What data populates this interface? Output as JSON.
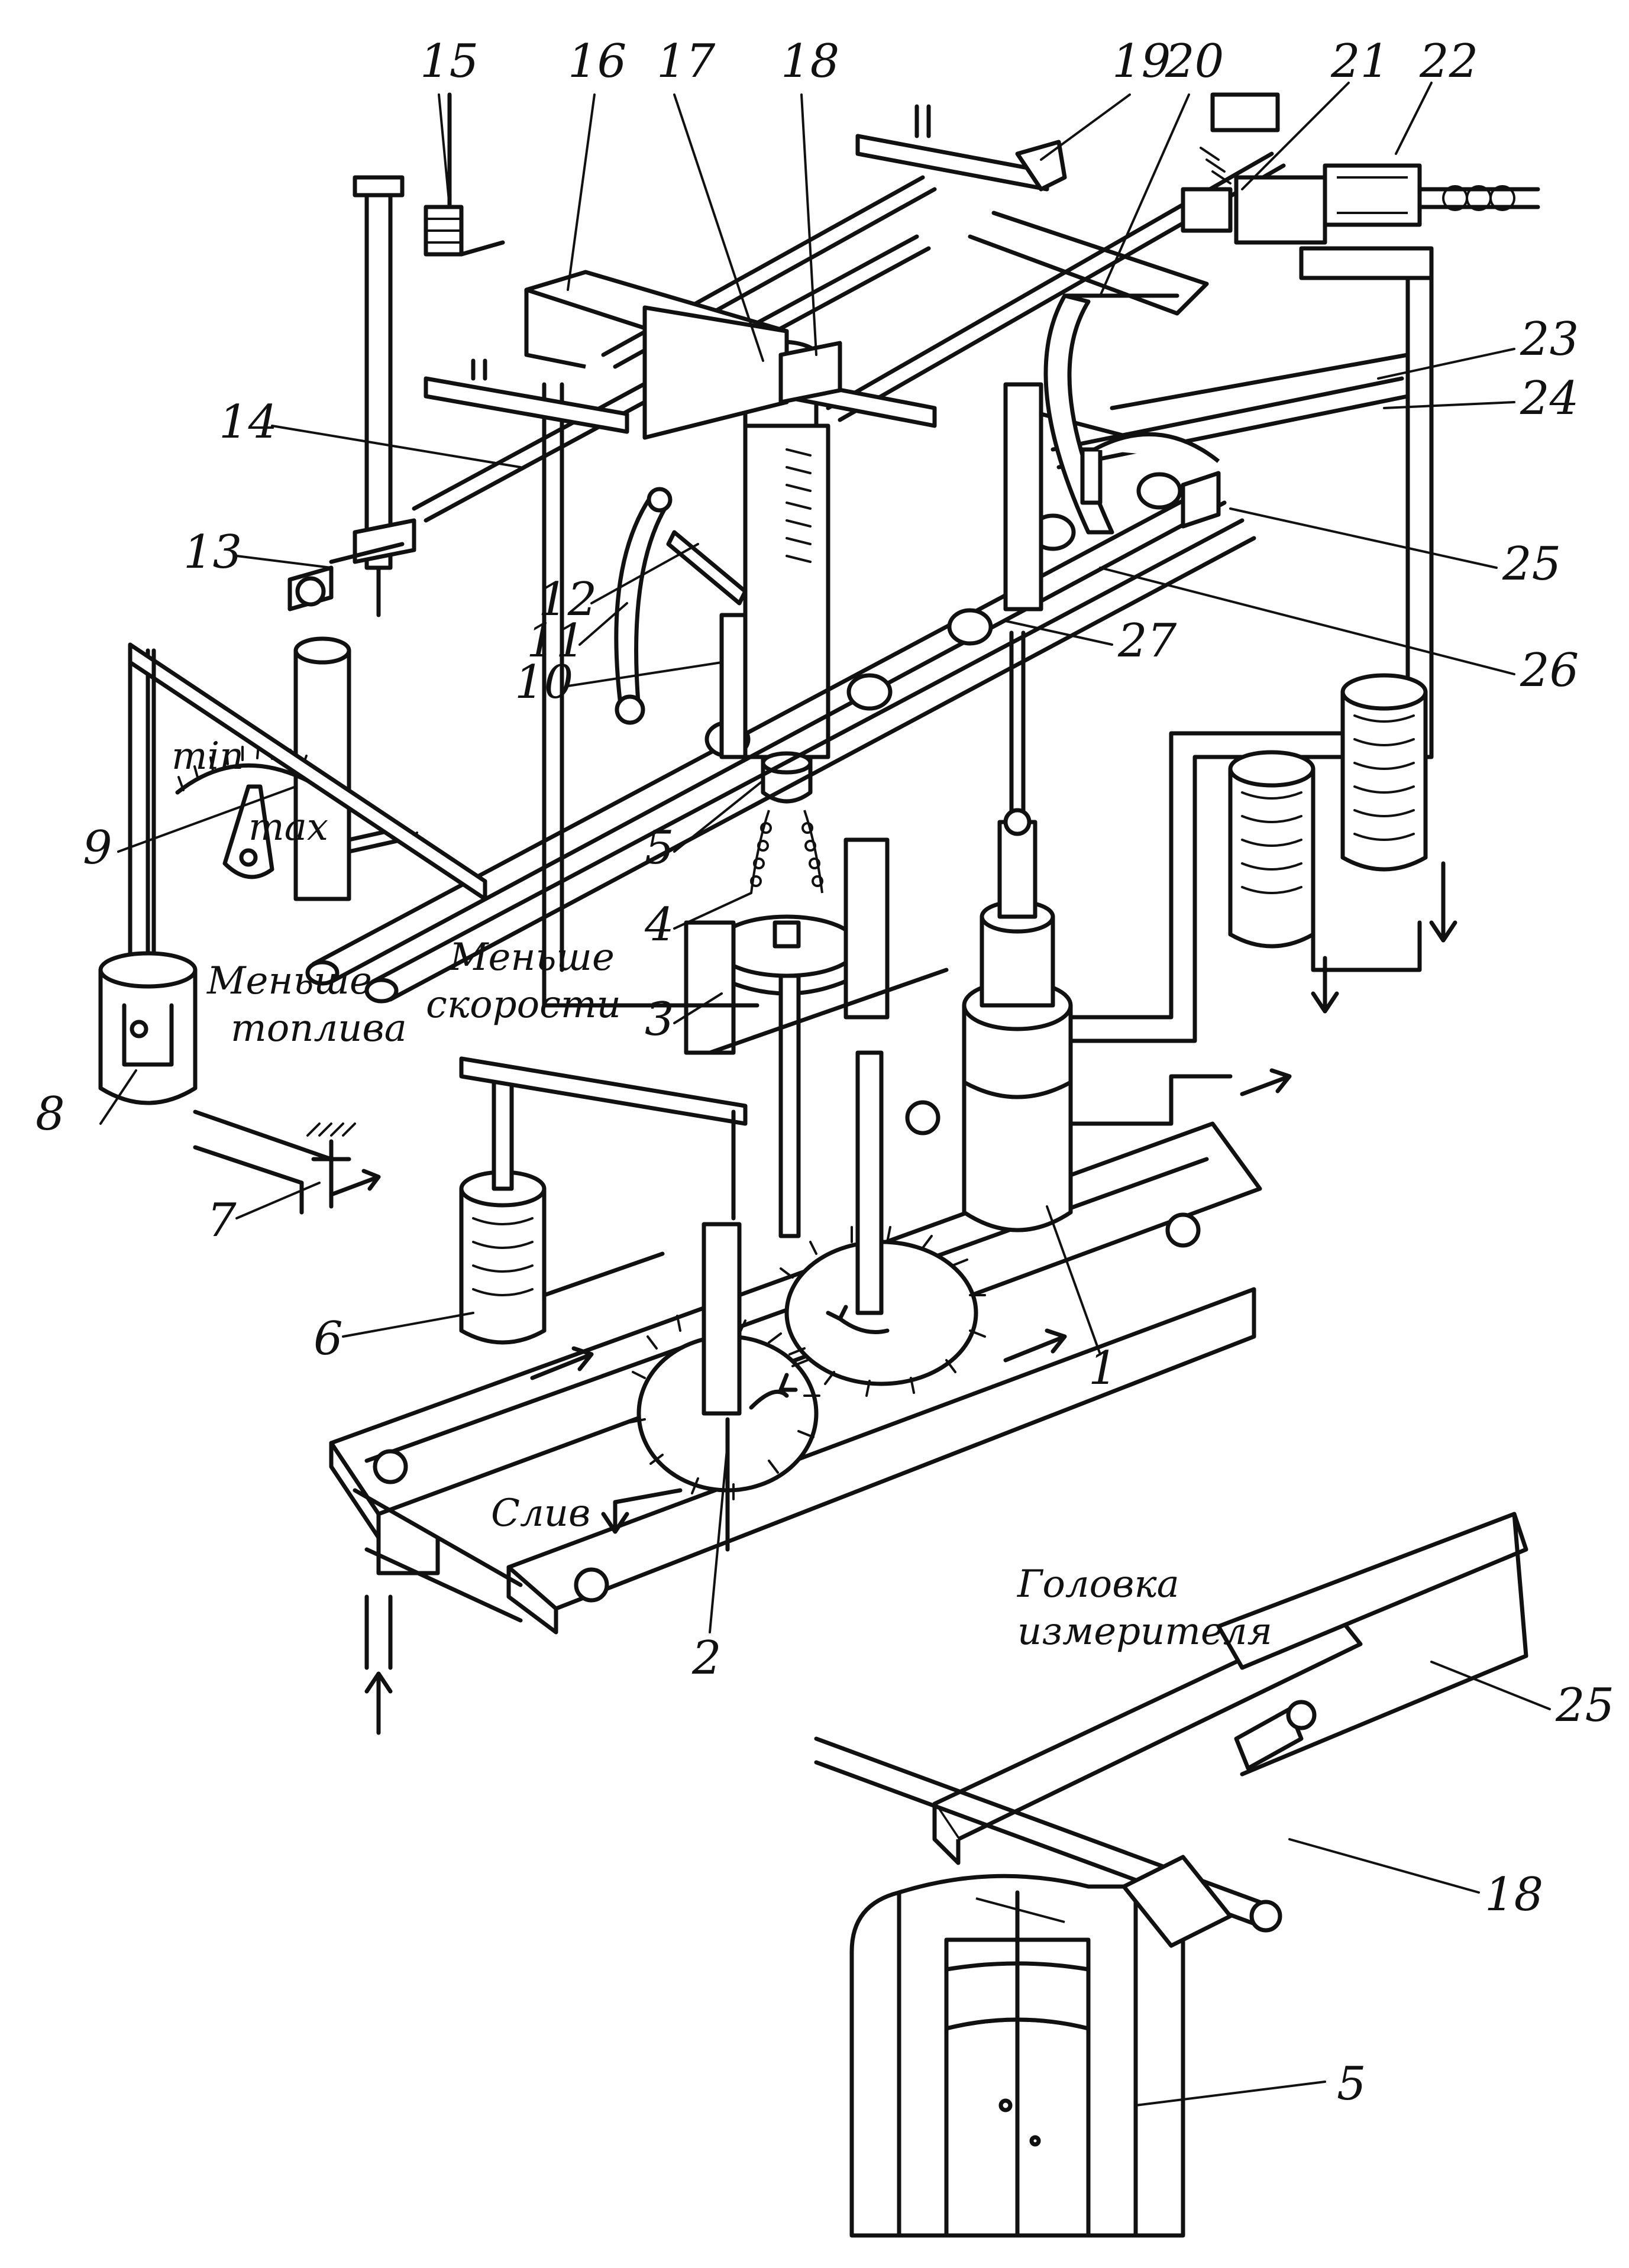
{
  "labels": {
    "n1": "1",
    "n2": "2",
    "n3": "3",
    "n4": "4",
    "n5": "5",
    "n6": "6",
    "n7": "7",
    "n8": "8",
    "n9": "9",
    "n10": "10",
    "n11": "11",
    "n12": "12",
    "n13": "13",
    "n14": "14",
    "n15": "15",
    "n16": "16",
    "n17": "17",
    "n18": "18",
    "n19": "19",
    "n20": "20",
    "n21": "21",
    "n22": "22",
    "n23": "23",
    "n24": "24",
    "n25": "25",
    "n26": "26",
    "n27": "27"
  },
  "inset_labels": {
    "n25": "25",
    "n18": "18",
    "n5": "5"
  },
  "captions": {
    "min": "min",
    "max": "max",
    "less_fuel_1": "Меньше",
    "less_fuel_2": "топлива",
    "less_speed_1": "Меньше",
    "less_speed_2": "скорости",
    "drain": "Слив",
    "meter_head_1": "Головка",
    "meter_head_2": "измерителя"
  }
}
